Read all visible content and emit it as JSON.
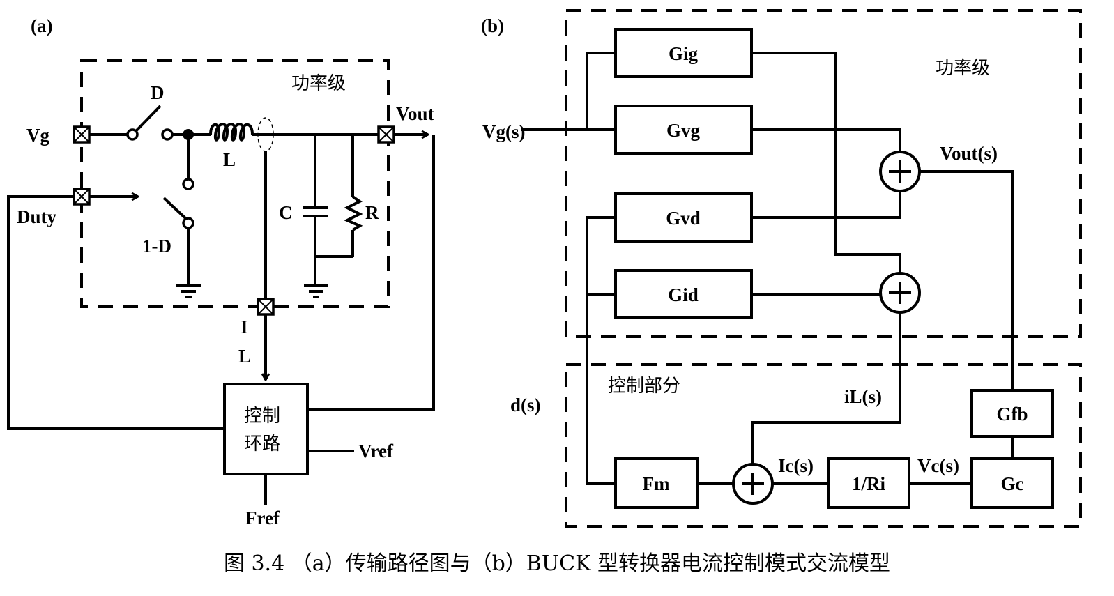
{
  "panel_a": {
    "tag": "(a)",
    "power_stage_label": "功率级",
    "labels": {
      "vg": "Vg",
      "duty": "Duty",
      "switch_d": "D",
      "switch_1d": "1-D",
      "inductor": "L",
      "capacitor": "C",
      "resistor": "R",
      "vout": "Vout",
      "il_top": "I",
      "il_bottom": "L",
      "vref": "Vref",
      "fref": "Fref"
    },
    "control_block": {
      "line1": "控制",
      "line2": "环路"
    }
  },
  "panel_b": {
    "tag": "(b)",
    "power_stage_label": "功率级",
    "control_section_label": "控制部分",
    "blocks": {
      "gig": "Gig",
      "gvg": "Gvg",
      "gvd": "Gvd",
      "gid": "Gid",
      "fm": "Fm",
      "inv_ri": "1/Ri",
      "gc": "Gc",
      "gfb": "Gfb"
    },
    "signals": {
      "vg": "Vg(s)",
      "vout": "Vout(s)",
      "d": "d(s)",
      "il": "iL(s)",
      "ic": "Ic(s)",
      "vc": "Vc(s)"
    }
  },
  "caption": "图 3.4 （a）传输路径图与（b）BUCK 型转换器电流控制模式交流模型"
}
